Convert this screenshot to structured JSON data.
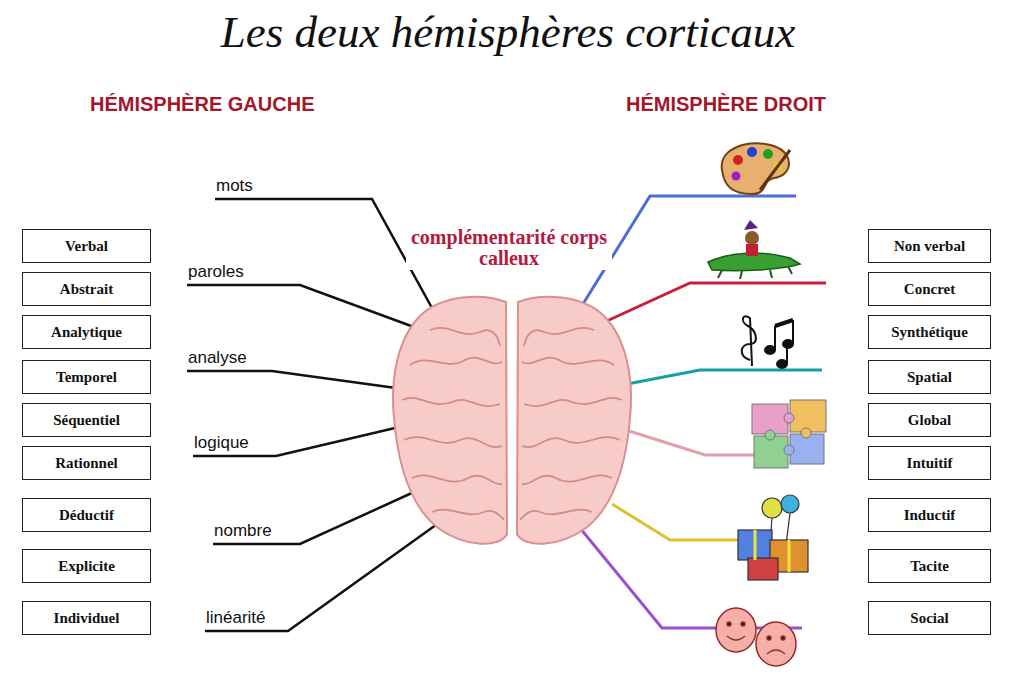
{
  "diagram": {
    "title": "Les deux hémisphères corticaux",
    "nodes": [
      {
        "text": [
          "Verbal"
        ]
      },
      {
        "text": [
          "Abstrait"
        ]
      },
      {
        "text": [
          "Analytique"
        ]
      },
      {
        "text": [
          "Temporel"
        ]
      },
      {
        "text": [
          "Séquentiel"
        ]
      },
      {
        "text": [
          "Rationnel"
        ]
      },
      {
        "text": [
          "Déductif"
        ]
      },
      {
        "text": [
          "Explicite"
        ]
      },
      {
        "text": [
          "Individuel"
        ]
      },
      {
        "text": [
          "Non verbal"
        ]
      },
      {
        "text": [
          "Concret"
        ]
      },
      {
        "text": [
          "Synthétique"
        ]
      },
      {
        "text": [
          "Spatial"
        ]
      },
      {
        "text": [
          "Global"
        ]
      },
      {
        "text": [
          "Intuitif"
        ]
      },
      {
        "text": [
          "Inductif"
        ]
      },
      {
        "text": [
          "Tacite"
        ]
      },
      {
        "text": [
          "Social"
        ]
      }
    ],
    "labels": [
      "HÉMISPHÈRE GAUCHE",
      "HÉMISPHÈRE DROIT",
      "complémentarité corps calleux",
      "mots",
      "paroles",
      "analyse",
      "logique",
      "nombre",
      "linéarité"
    ]
  }
}
